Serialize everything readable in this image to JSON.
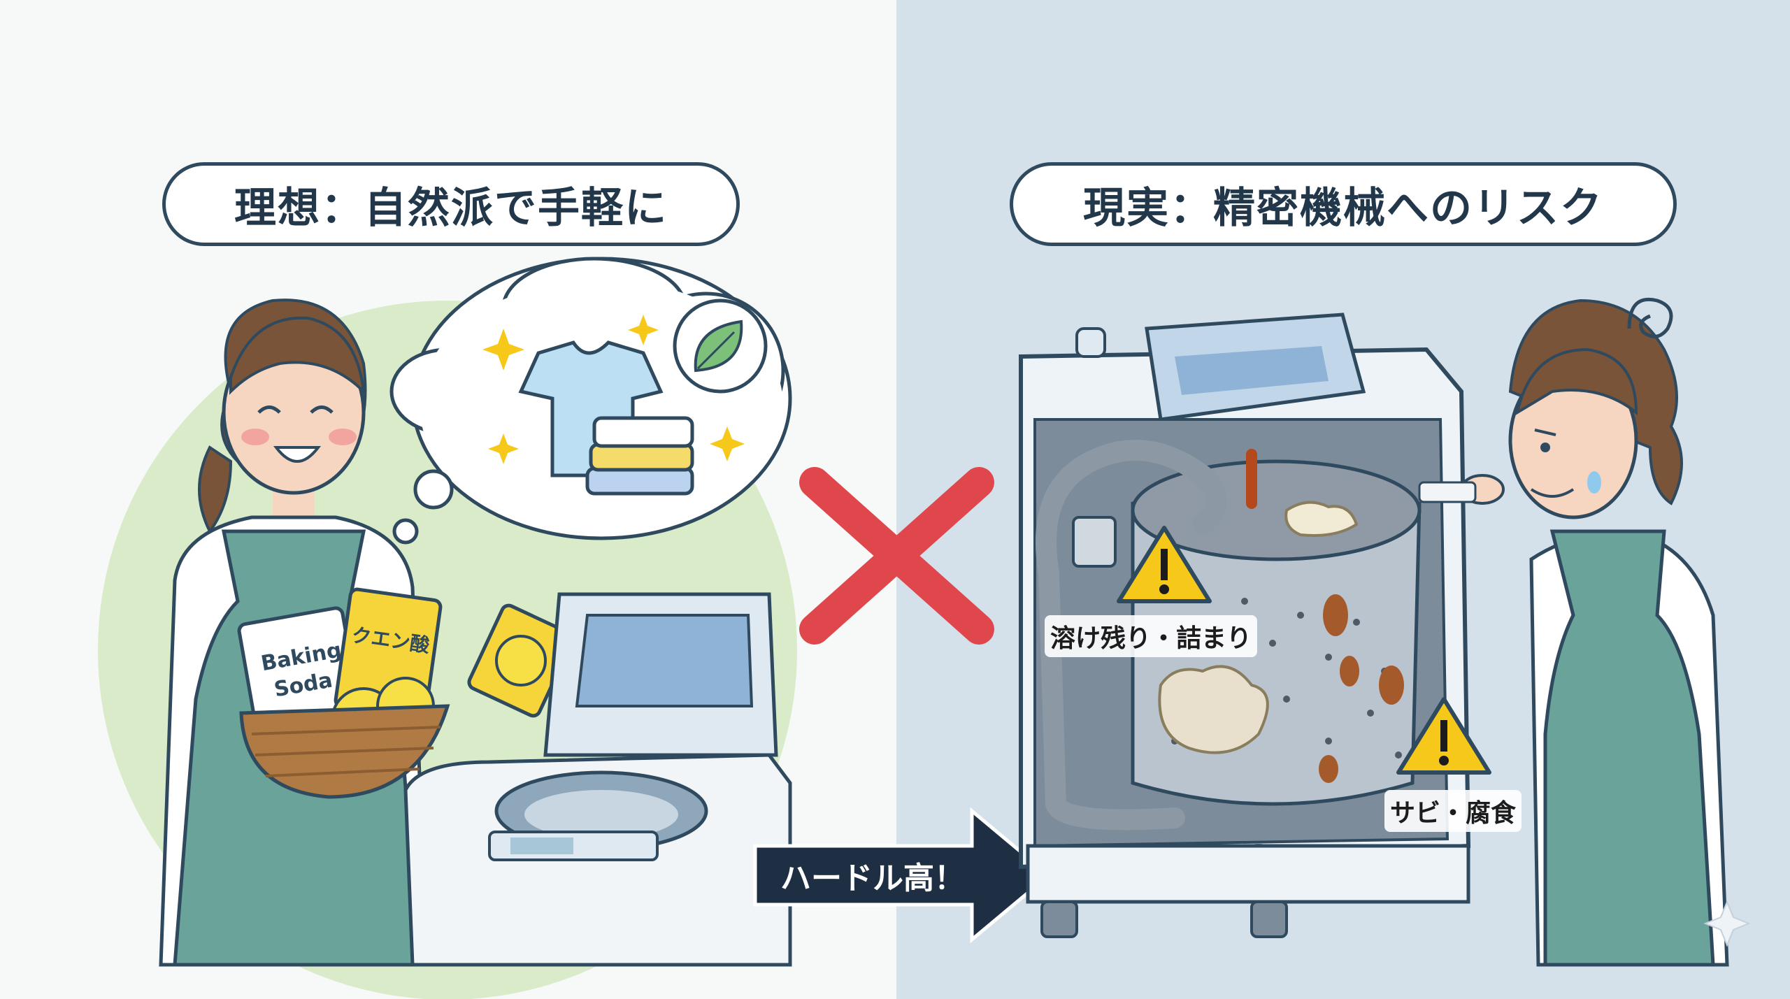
{
  "left": {
    "title": "理想：自然派で手軽に",
    "package_baking": "Baking Soda",
    "package_baking_line1": "Baking",
    "package_baking_line2": "Soda",
    "package_citric": "クエン酸"
  },
  "right": {
    "title": "現実：精密機械へのリスク",
    "warning_clog": "溶け残り・詰まり",
    "warning_rust": "サビ・腐食"
  },
  "transition": {
    "arrow_label": "ハードル高！",
    "cross_symbol": "×"
  },
  "colors": {
    "left_bg": "#f7f9f8",
    "right_bg": "#d5e1ea",
    "cross_red": "#e0474c",
    "arrow_navy": "#1e2f44",
    "warning_yellow": "#f6c819",
    "apron_green": "#6aa39a",
    "leaf_green": "#7cc07a"
  },
  "icons": [
    "sparkle-icon",
    "leaf-icon",
    "warning-icon",
    "cross-icon",
    "arrow-right-icon",
    "stress-swirl-icon"
  ]
}
